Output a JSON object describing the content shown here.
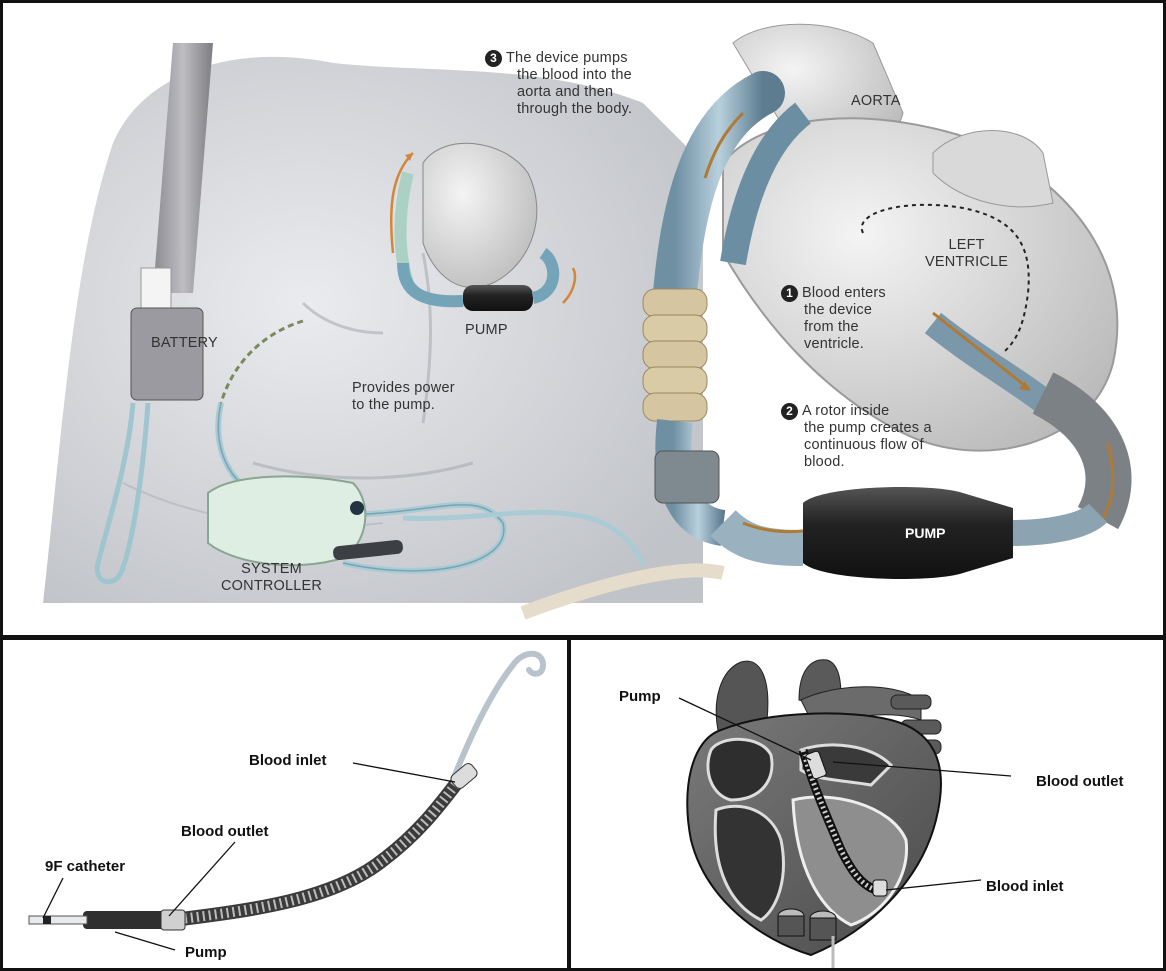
{
  "top_panel": {
    "step3": {
      "number": "3",
      "lines": [
        "The device pumps",
        "the blood into the",
        "aorta and then",
        "through the body."
      ]
    },
    "aorta": "AORTA",
    "left_ventricle_lines": [
      "LEFT",
      "VENTRICLE"
    ],
    "step1": {
      "number": "1",
      "lines": [
        "Blood enters",
        "the device",
        "from the",
        "ventricle."
      ]
    },
    "step2": {
      "number": "2",
      "lines": [
        "A rotor inside",
        "the pump creates a",
        "continuous flow of",
        "blood."
      ]
    },
    "pump_large": "PUMP",
    "pump_small": "PUMP",
    "battery": "BATTERY",
    "provides_power_lines": [
      "Provides power",
      "to the pump."
    ],
    "system_controller_lines": [
      "SYSTEM",
      "CONTROLLER"
    ]
  },
  "bottom_left": {
    "blood_inlet": "Blood inlet",
    "blood_outlet": "Blood outlet",
    "catheter": "9F catheter",
    "pump": "Pump"
  },
  "bottom_right": {
    "pump": "Pump",
    "blood_outlet": "Blood outlet",
    "blood_inlet": "Blood inlet"
  }
}
